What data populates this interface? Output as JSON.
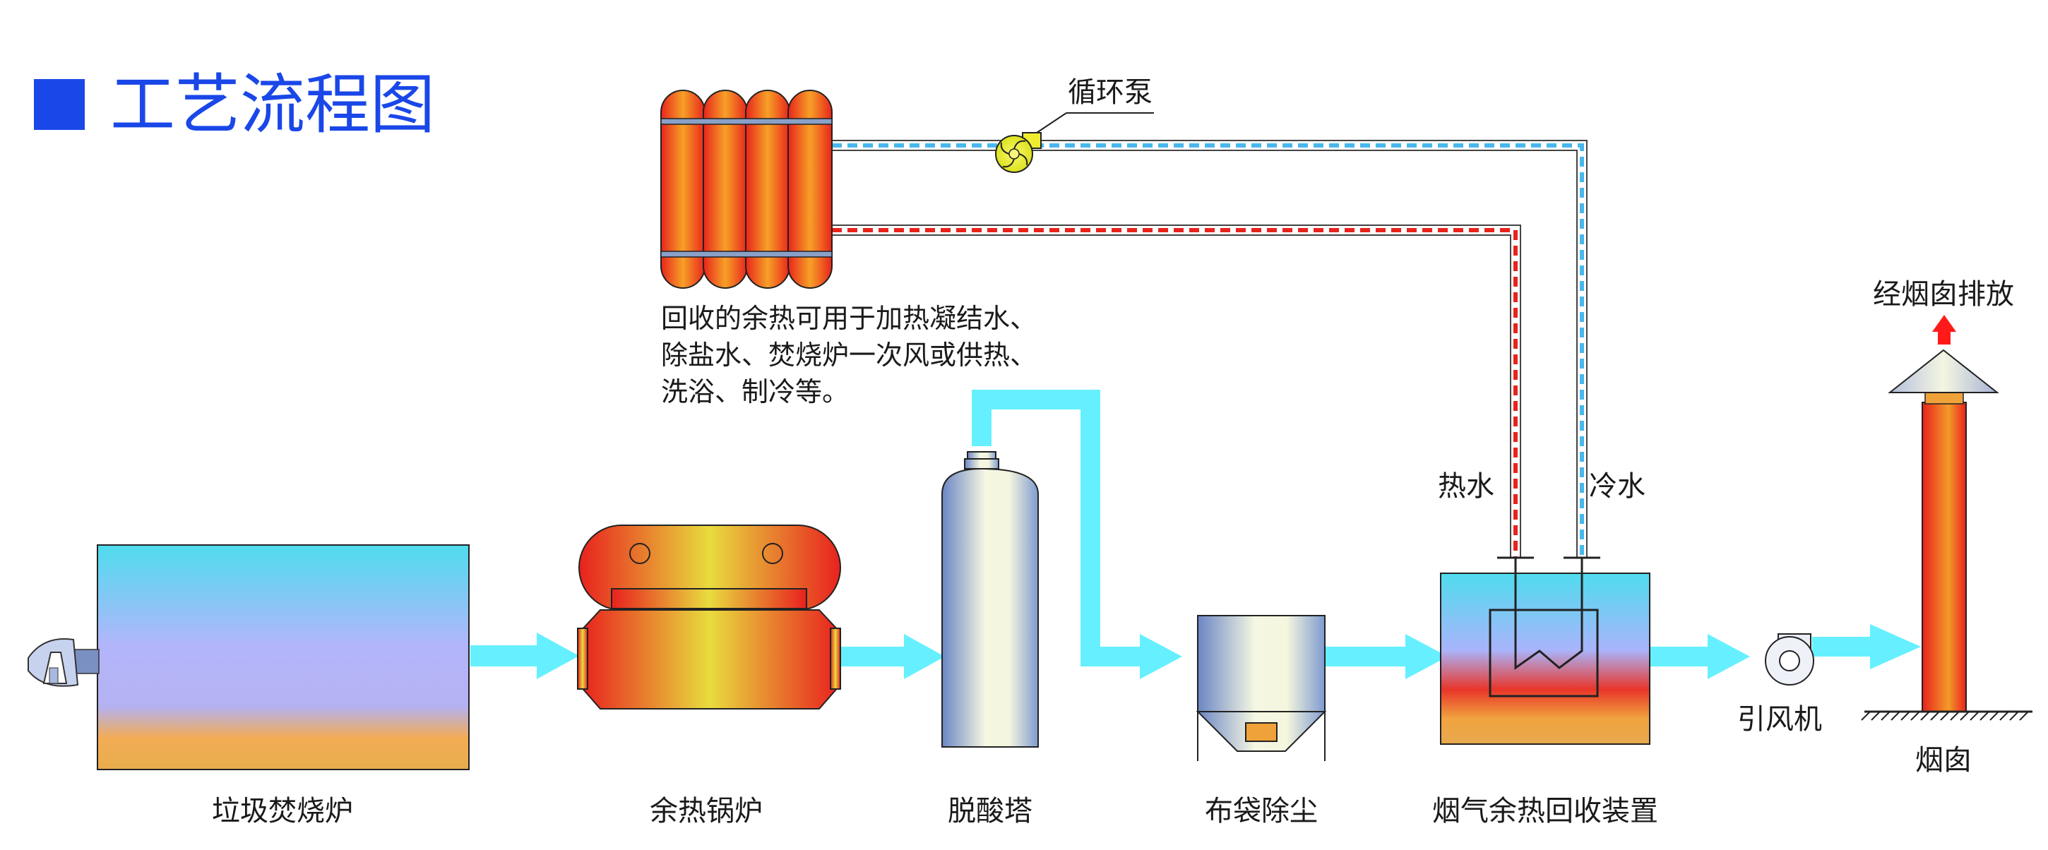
{
  "title": "工艺流程图",
  "colors": {
    "title_accent": "#1a47e8",
    "flue_gas": "#66f0ff",
    "hot_water": "#e8231c",
    "cold_water": "#48b8ee",
    "exhaust_arrow": "#ff1a1a"
  },
  "labels": {
    "incinerator": "垃圾焚烧炉",
    "boiler": "余热锅炉",
    "deacid_tower": "脱酸塔",
    "bag_filter": "布袋除尘",
    "heat_recovery": "烟气余热回收装置",
    "fan": "引风机",
    "chimney": "烟囱",
    "chimney_exhaust": "经烟囱排放",
    "pump": "循环泵",
    "hot_water": "热水",
    "cold_water": "冷水"
  },
  "note": [
    "回收的余热可用于加热凝结水、",
    "除盐水、焚烧炉一次风或供热、",
    "洗浴、制冷等。"
  ],
  "icons": {
    "burner": "burner-icon",
    "pump": "pump-icon",
    "fan": "fan-icon",
    "exhaust": "arrow-up-icon"
  }
}
